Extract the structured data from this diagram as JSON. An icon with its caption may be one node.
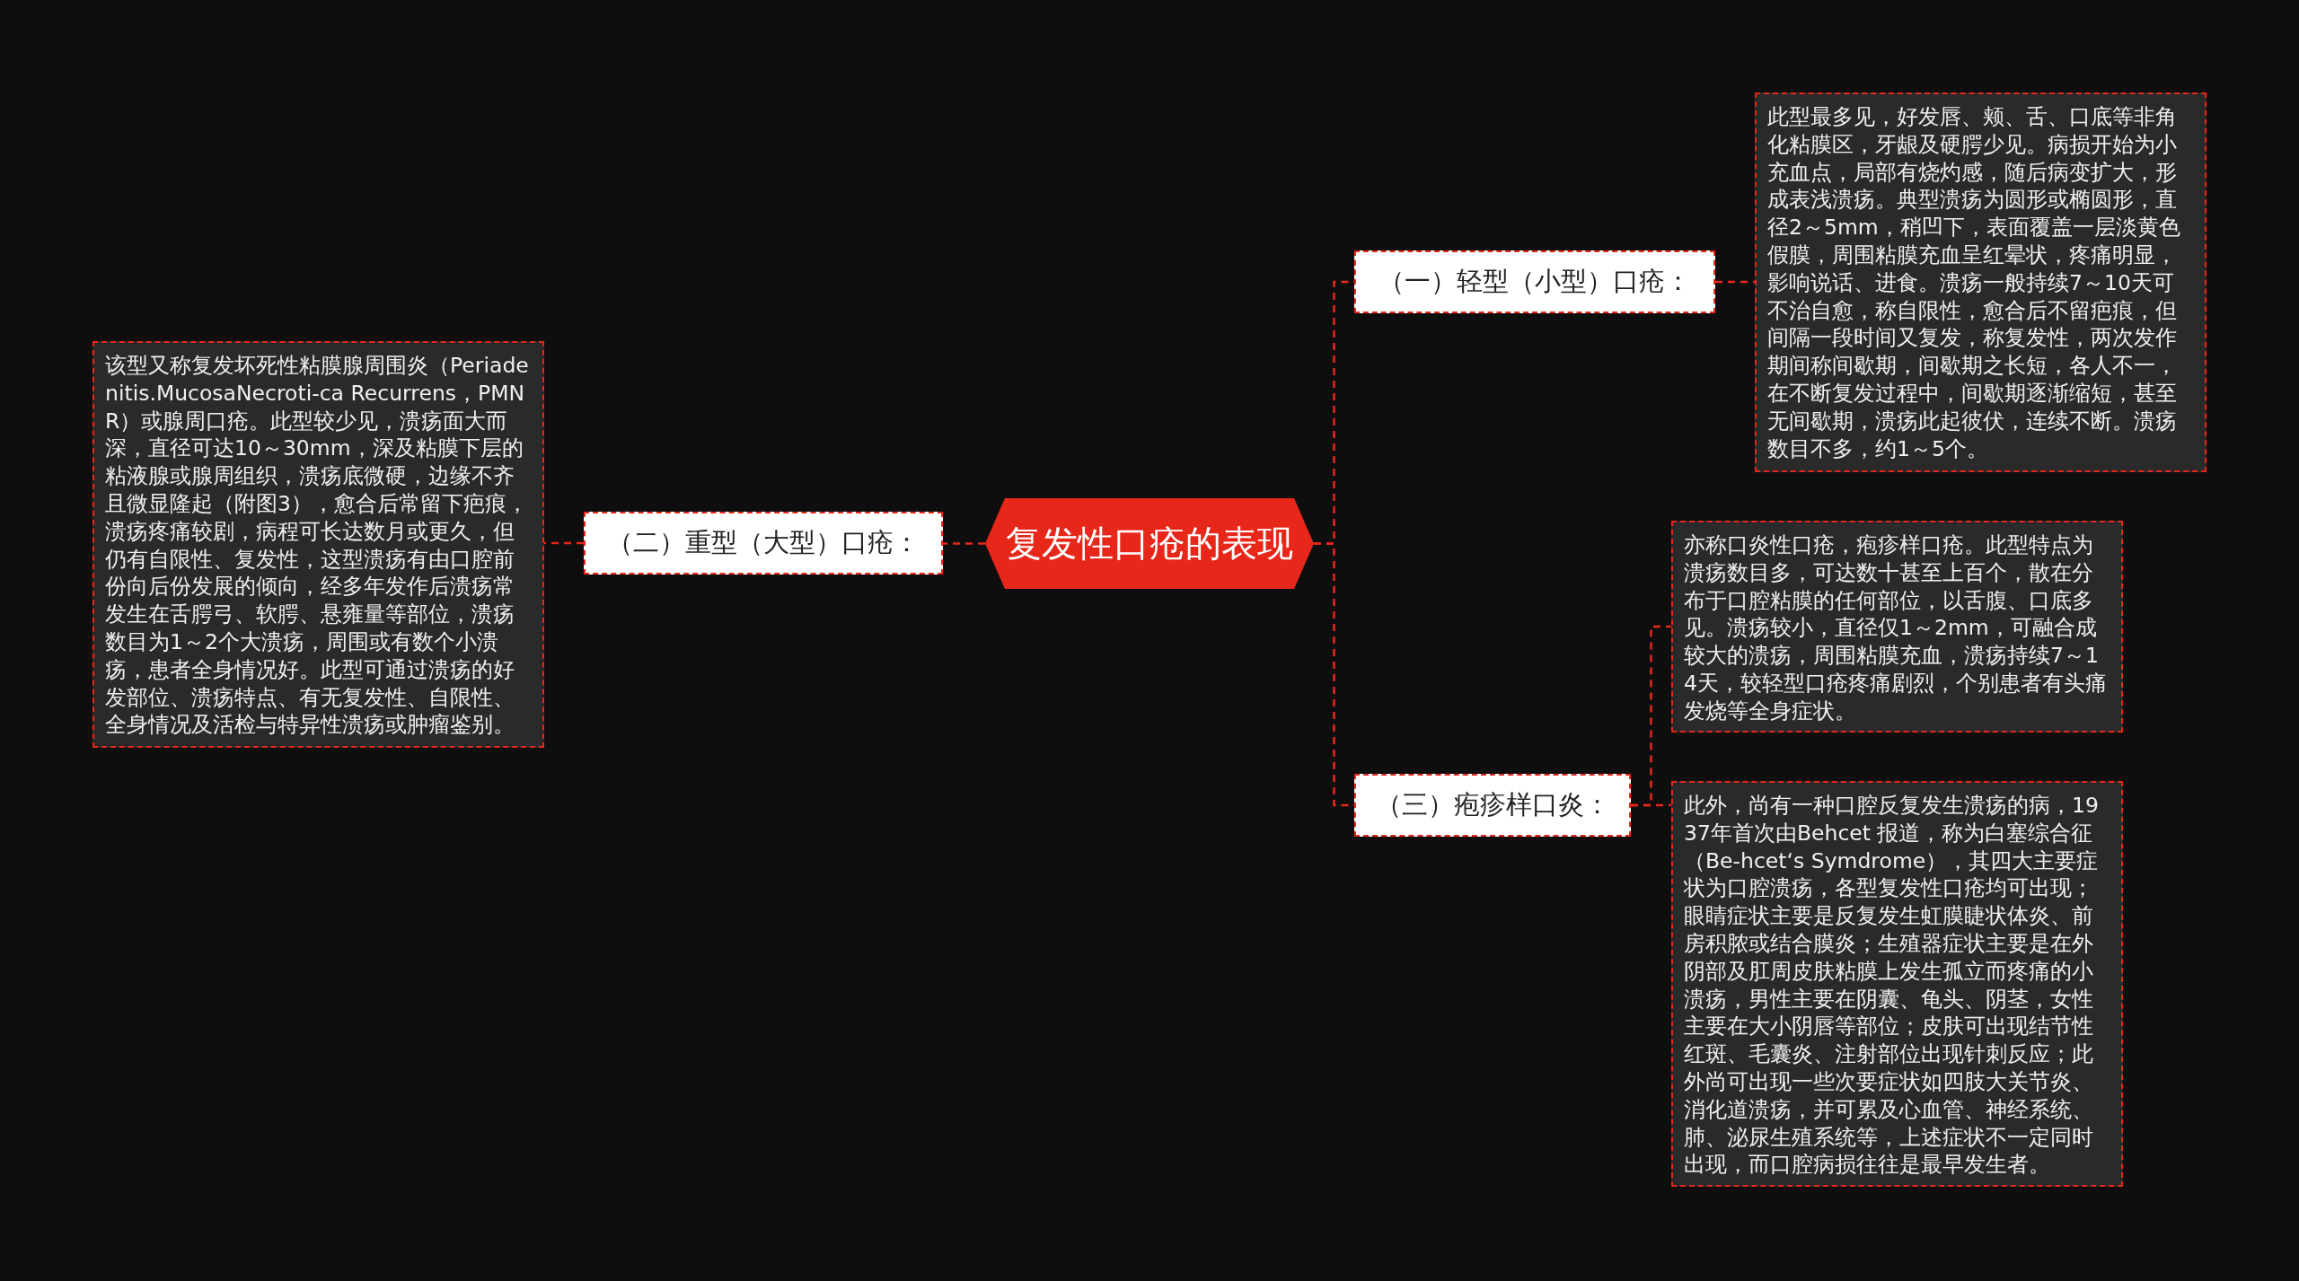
{
  "diagram": {
    "nodes": [
      {
        "text": [
          "复发性口疮的表现"
        ]
      },
      {
        "text": [
          "（一）轻型（小型）口疮："
        ]
      },
      {
        "text": [
          "此型最多见，好发唇、颊、舌、口底等非角化粘膜区，牙龈及硬腭少见。病损开始为小充血点，局部有烧灼感，随后病变扩大，形成表浅溃疡。典型溃疡为圆形或椭圆形，直径2～5mm，稍凹下，表面覆盖一层淡黄色假膜，周围粘膜充血呈红晕状，疼痛明显，影响说话、进食。溃疡一般持续7～10天可不治自愈，称自限性，愈合后不留疤痕，但间隔一段时间又复发，称复发性，两次发作期间称间歇期，间歇期之长短，各人不一，在不断复发过程中，间歇期逐渐缩短，甚至无间歇期，溃疡此起彼伏，连续不断。溃疡数目不多，约1～5个。"
        ]
      },
      {
        "text": [
          "（二）重型（大型）口疮："
        ]
      },
      {
        "text": [
          "该型又称复发坏死性粘膜腺周围炎（Periadenitis.MucosaNecroti-ca Recurrens，PMNR）或腺周口疮。此型较少见，溃疡面大而深，直径可达10～30mm，深及粘膜下层的粘液腺或腺周组织，溃疡底微硬，边缘不齐且微显隆起（附图3），愈合后常留下疤痕，溃疡疼痛较剧，病程可长达数月或更久，但仍有自限性、复发性，这型溃疡有由口腔前份向后份发展的倾向，经多年发作后溃疡常发生在舌腭弓、软腭、悬雍量等部位，溃疡数目为1～2个大溃疡，周围或有数个小溃疡，患者全身情况好。此型可通过溃疡的好发部位、溃疡特点、有无复发性、自限性、全身情况及活检与特异性溃疡或肿瘤鉴别。"
        ]
      },
      {
        "text": [
          "（三）疱疹样口炎："
        ]
      },
      {
        "text": [
          "亦称口炎性口疮，疱疹样口疮。此型特点为溃疡数目多，可达数十甚至上百个，散在分布于口腔粘膜的任何部位，以舌腹、口底多见。溃疡较小，直径仅1～2mm，可融合成较大的溃疡，周围粘膜充血，溃疡持续7～14天，较轻型口疮疼痛剧烈，个别患者有头痛发烧等全身症状。"
        ]
      },
      {
        "text": [
          "此外，尚有一种口腔反复发生溃疡的病，1937年首次由Behcet 报道，称为白塞综合征（Be-hcet‘s Symdrome），其四大主要症状为口腔溃疡，各型复发性口疮均可出现；眼睛症状主要是反复发生虹膜睫状体炎、前房积脓或结合膜炎；生殖器症状主要是在外阴部及肛周皮肤粘膜上发生孤立而疼痛的小溃疡，男性主要在阴囊、龟头、阴茎，女性主要在大小阴唇等部位；皮肤可出现结节性红斑、毛囊炎、注射部位出现针刺反应；此外尚可出现一些次要症状如四肢大关节炎、消化道溃疡，并可累及心血管、神经系统、肺、泌尿生殖系统等，上述症状不一定同时出现，而口腔病损往往是最早发生者。"
        ]
      }
    ],
    "edges": [
      {
        "from": 0,
        "to": 1,
        "arrow": "none",
        "style": "dashed"
      },
      {
        "from": 1,
        "to": 2,
        "arrow": "none",
        "style": "dashed"
      },
      {
        "from": 0,
        "to": 3,
        "arrow": "none",
        "style": "dashed"
      },
      {
        "from": 3,
        "to": 4,
        "arrow": "none",
        "style": "dashed"
      },
      {
        "from": 0,
        "to": 5,
        "arrow": "none",
        "style": "dashed"
      },
      {
        "from": 5,
        "to": 6,
        "arrow": "none",
        "style": "dashed"
      },
      {
        "from": 5,
        "to": 7,
        "arrow": "none",
        "style": "dashed"
      }
    ]
  }
}
